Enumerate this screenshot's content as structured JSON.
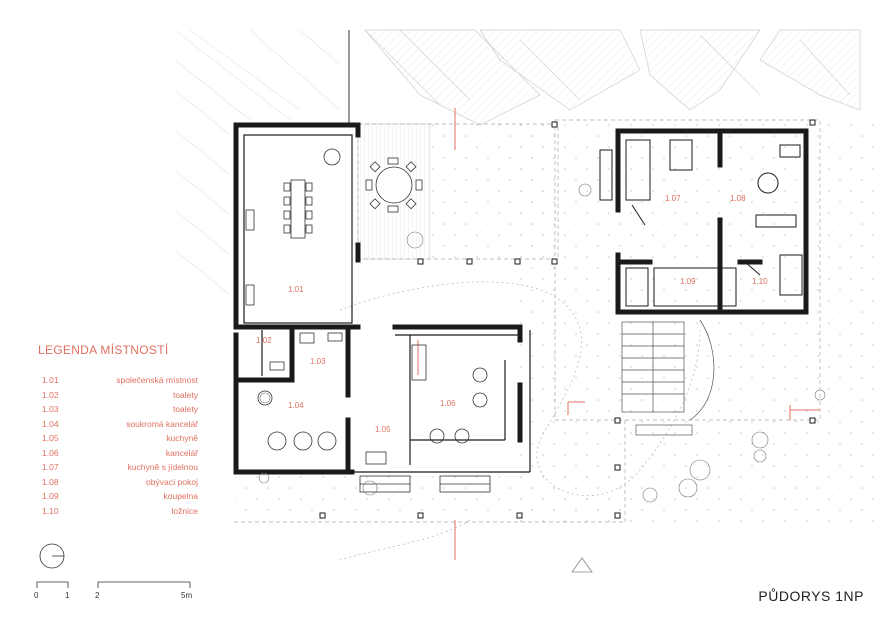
{
  "plan_title": "PŮDORYS 1NP",
  "legend": {
    "title": "LEGENDA MÍSTNOSTÍ",
    "rooms": [
      {
        "code": "1.01",
        "name": "společenská místnost"
      },
      {
        "code": "1.02",
        "name": "toalety"
      },
      {
        "code": "1.03",
        "name": "toalety"
      },
      {
        "code": "1.04",
        "name": "soukromá kancelář"
      },
      {
        "code": "1.05",
        "name": "kuchyně"
      },
      {
        "code": "1.06",
        "name": "kancelář"
      },
      {
        "code": "1.07",
        "name": "kuchyně s jídelnou"
      },
      {
        "code": "1.08",
        "name": "obývací pokoj"
      },
      {
        "code": "1.09",
        "name": "koupelna"
      },
      {
        "code": "1.10",
        "name": "ložnice"
      }
    ]
  },
  "scale_bar": {
    "labels": [
      "0",
      "1",
      "2",
      "5m"
    ]
  },
  "colors": {
    "accent": "#e07060",
    "wall": "#1a1a1a",
    "line": "#9a9a9a"
  }
}
